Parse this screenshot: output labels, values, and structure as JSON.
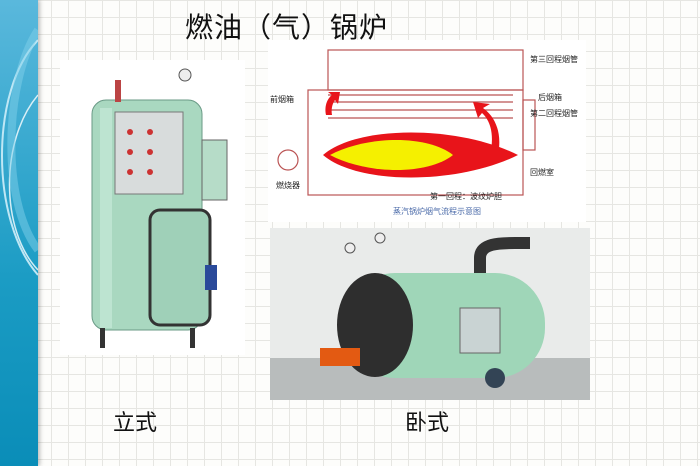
{
  "title": "燃油（气）锅炉",
  "captions": {
    "vertical": "立式",
    "horizontal": "卧式"
  },
  "diagram": {
    "labels": {
      "front_smoke_box": "前烟箱",
      "third_pass": "第三回程烟管",
      "rear_smoke_box": "后烟箱",
      "second_pass": "第二回程烟管",
      "burner": "燃烧器",
      "reversal_chamber": "回燃室",
      "first_pass": "第一回程：波纹炉胆"
    },
    "caption": "蒸汽锅炉烟气流程示意图"
  },
  "colors": {
    "accent": "#1b9cc4",
    "flame": "#e8141a",
    "core": "#f5f000",
    "boiler_green": "#9fd6b8"
  }
}
